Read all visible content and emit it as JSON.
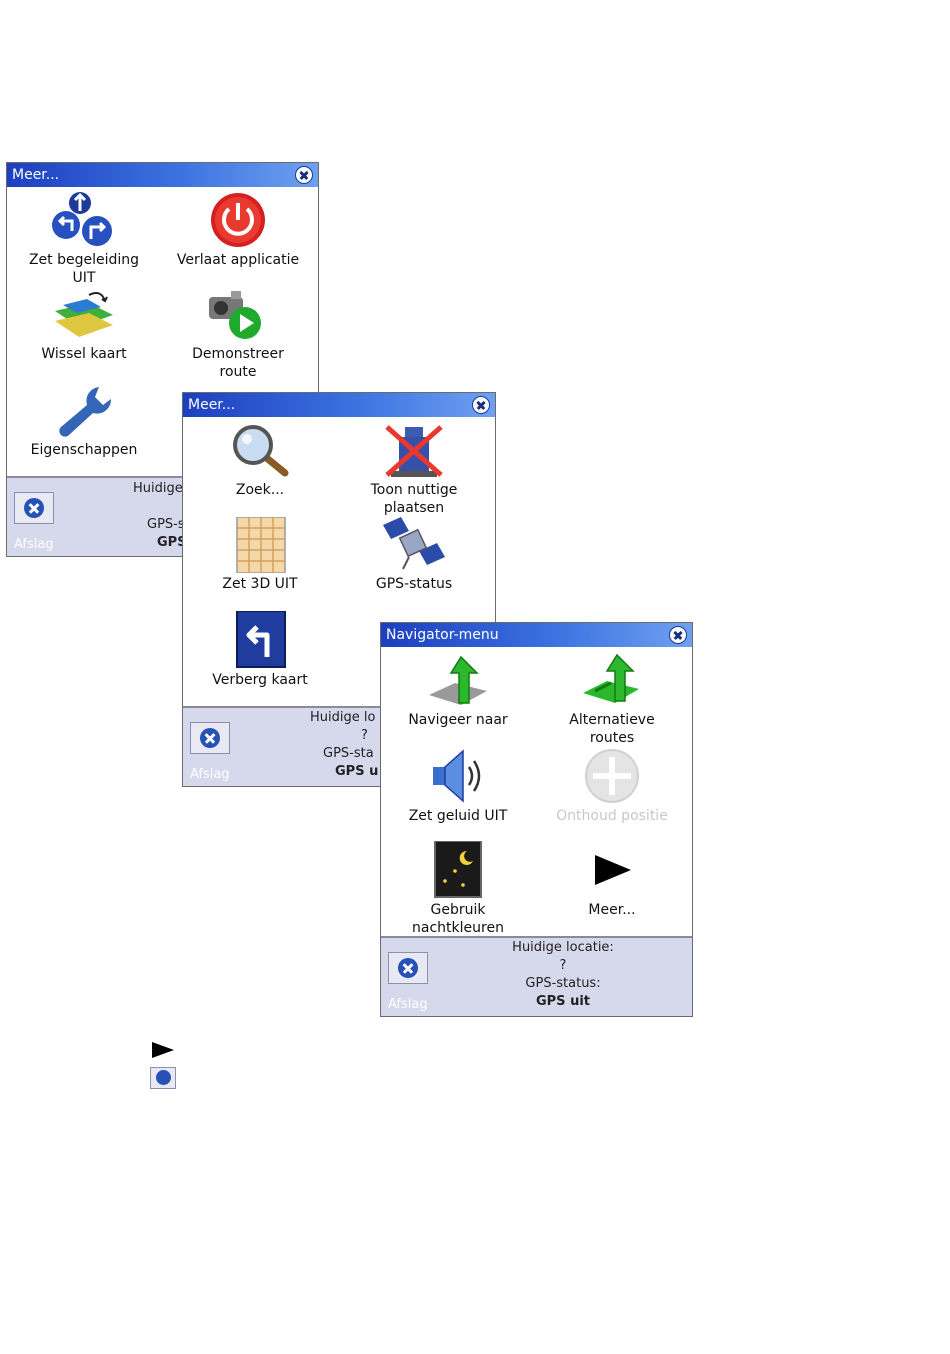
{
  "win1": {
    "title": "Meer...",
    "items": [
      {
        "label_1": "Zet begeleiding",
        "label_2": "UIT",
        "icon": "guidance-arrows-icon"
      },
      {
        "label_1": "Verlaat applicatie",
        "label_2": "",
        "icon": "power-icon"
      },
      {
        "label_1": "Wissel kaart",
        "label_2": "",
        "icon": "switch-map-icon"
      },
      {
        "label_1": "Demonstreer",
        "label_2": "route",
        "icon": "demo-route-camera-icon"
      },
      {
        "label_1": "Eigenschappen",
        "label_2": "",
        "icon": "wrench-icon"
      }
    ],
    "footer": {
      "loc_label": "Huidige",
      "gps_label": "GPS-s",
      "gps_value": "GPS",
      "afslag": "Afslag"
    }
  },
  "win2": {
    "title": "Meer...",
    "items": [
      {
        "label_1": "Zoek...",
        "label_2": "",
        "icon": "magnifier-icon"
      },
      {
        "label_1": "Toon nuttige",
        "label_2": "plaatsen",
        "icon": "poi-crossed-icon"
      },
      {
        "label_1": "Zet 3D UIT",
        "label_2": "",
        "icon": "grid-3d-icon"
      },
      {
        "label_1": "GPS-status",
        "label_2": "",
        "icon": "satellite-icon"
      },
      {
        "label_1": "Verberg kaart",
        "label_2": "",
        "icon": "turn-arrow-sign-icon"
      }
    ],
    "footer": {
      "loc_label": "Huidige lo",
      "loc_value": "?",
      "gps_label": "GPS-sta",
      "gps_value": "GPS u",
      "afslag": "Afslag"
    }
  },
  "win3": {
    "title": "Navigator-menu",
    "items": [
      {
        "label_1": "Navigeer naar",
        "label_2": "",
        "icon": "navigate-arrow-icon"
      },
      {
        "label_1": "Alternatieve",
        "label_2": "routes",
        "icon": "alternative-route-arrow-icon"
      },
      {
        "label_1": "Zet geluid UIT",
        "label_2": "",
        "icon": "speaker-icon"
      },
      {
        "label_1": "Onthoud positie",
        "label_2": "",
        "icon": "remember-position-icon",
        "disabled": true
      },
      {
        "label_1": "Gebruik",
        "label_2": "nachtkleuren",
        "icon": "night-colors-icon"
      },
      {
        "label_1": "Meer...",
        "label_2": "",
        "icon": "play-arrow-icon"
      }
    ],
    "footer": {
      "loc_label": "Huidige locatie:",
      "loc_value": "?",
      "gps_label": "GPS-status:",
      "gps_value": "GPS uit",
      "afslag": "Afslag"
    }
  },
  "colors": {
    "titlebar_start": "#1d3fbf",
    "titlebar_end": "#6fa0f0",
    "footer_bg": "#d6d8ec"
  },
  "legend": [
    {
      "icon": "play-arrow-icon"
    },
    {
      "icon": "close-icon"
    }
  ]
}
